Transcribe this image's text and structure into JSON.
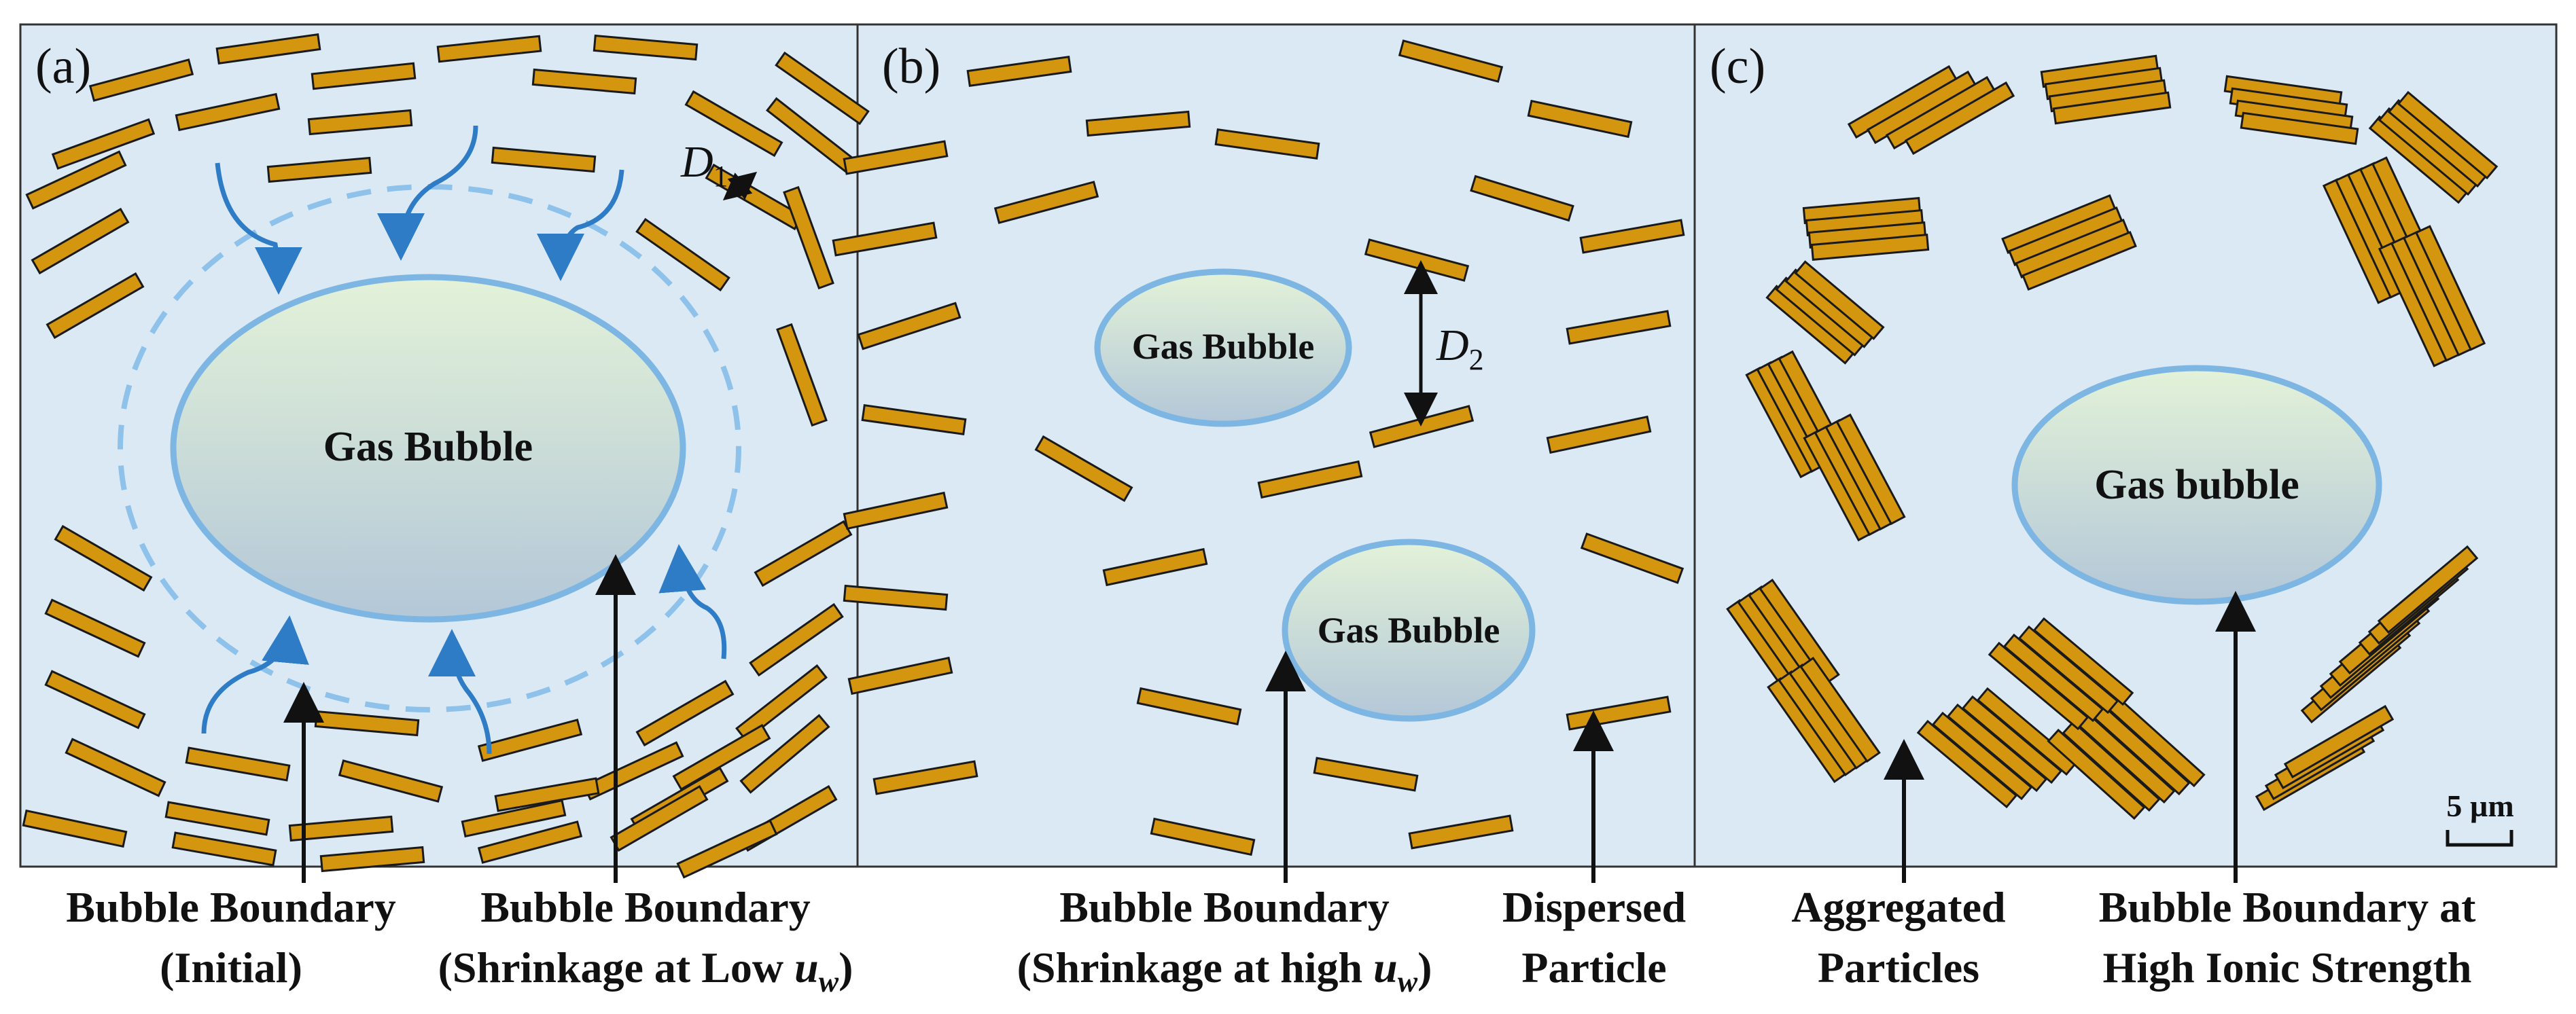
{
  "panels": [
    {
      "id": "a",
      "label": "(a)",
      "bubble_label": "Gas Bubble",
      "measure_label": "D",
      "measure_sub": "1",
      "bg": "#dbe9f5"
    },
    {
      "id": "b",
      "label": "(b)",
      "bubble_labels": [
        "Gas Bubble",
        "Gas Bubble"
      ],
      "measure_label": "D",
      "measure_sub": "2",
      "bg": "#dbe9f5"
    },
    {
      "id": "c",
      "label": "(c)",
      "bubble_label": "Gas bubble",
      "scale_label": "5 µm",
      "bg": "#dbe9f5"
    }
  ],
  "captions": {
    "a1": {
      "line1": "Bubble Boundary",
      "line2": "(Initial)"
    },
    "a2": {
      "line1": "Bubble Boundary",
      "line2_prefix": "(Shrinkage at Low ",
      "line2_var": "u",
      "line2_sub": "w",
      "line2_suffix": ")"
    },
    "b1": {
      "line1": "Bubble Boundary",
      "line2_prefix": "(Shrinkage at high ",
      "line2_var": "u",
      "line2_sub": "w",
      "line2_suffix": ")"
    },
    "b2": {
      "line1": "Dispersed",
      "line2": "Particle"
    },
    "c1": {
      "line1": "Aggregated",
      "line2": "Particles"
    },
    "c2": {
      "line1": "Bubble Boundary at",
      "line2": "High Ionic Strength"
    }
  },
  "colors": {
    "background": "#dbe9f5",
    "particle": "#d4960f",
    "particle_stroke": "#1a1a1a",
    "bubble_outline": "#7db6e3",
    "flow_arrow": "#2f7cc6",
    "bubble_fill_top": "#e3f2d8",
    "bubble_fill_bottom": "#b7cad8"
  },
  "icons": [
    "flow-arrow-icon",
    "pointer-arrow-icon",
    "double-arrow-icon",
    "scale-bar-icon"
  ]
}
